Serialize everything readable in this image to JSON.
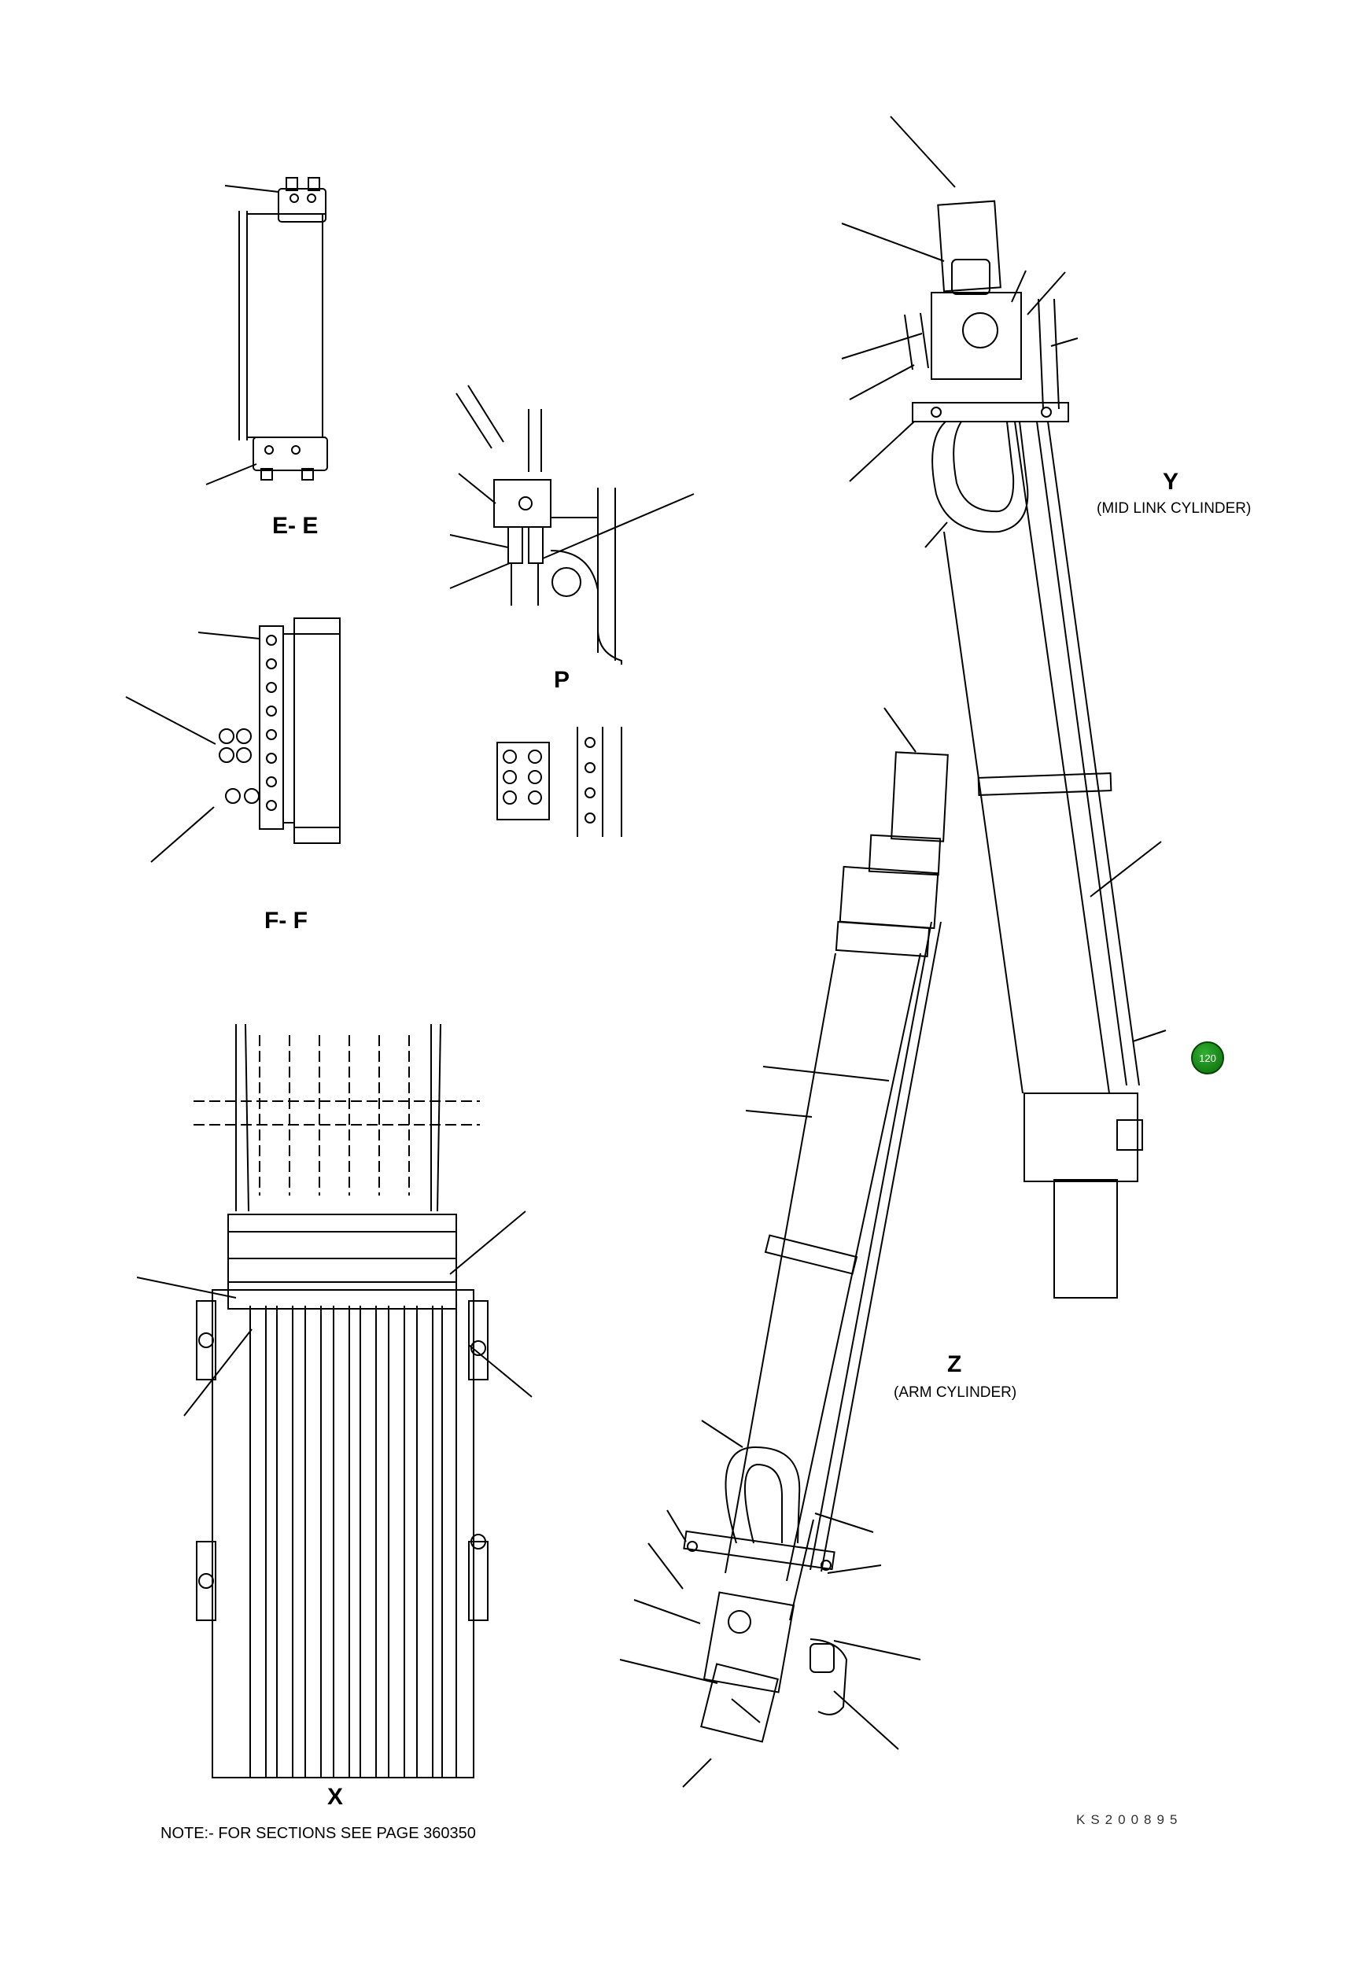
{
  "views": {
    "ee": "E- E",
    "ff": "F- F",
    "p": "P",
    "x": "X",
    "y": "Y",
    "y_sub": "(MID LINK CYLINDER)",
    "z": "Z",
    "z_sub": "(ARM CYLINDER)"
  },
  "note": "NOTE:- FOR SECTIONS SEE PAGE 360350",
  "drawing_code": "KS200895",
  "page_badge": "120",
  "colors": {
    "line": "#000000",
    "badge": "#1a8f1a"
  }
}
